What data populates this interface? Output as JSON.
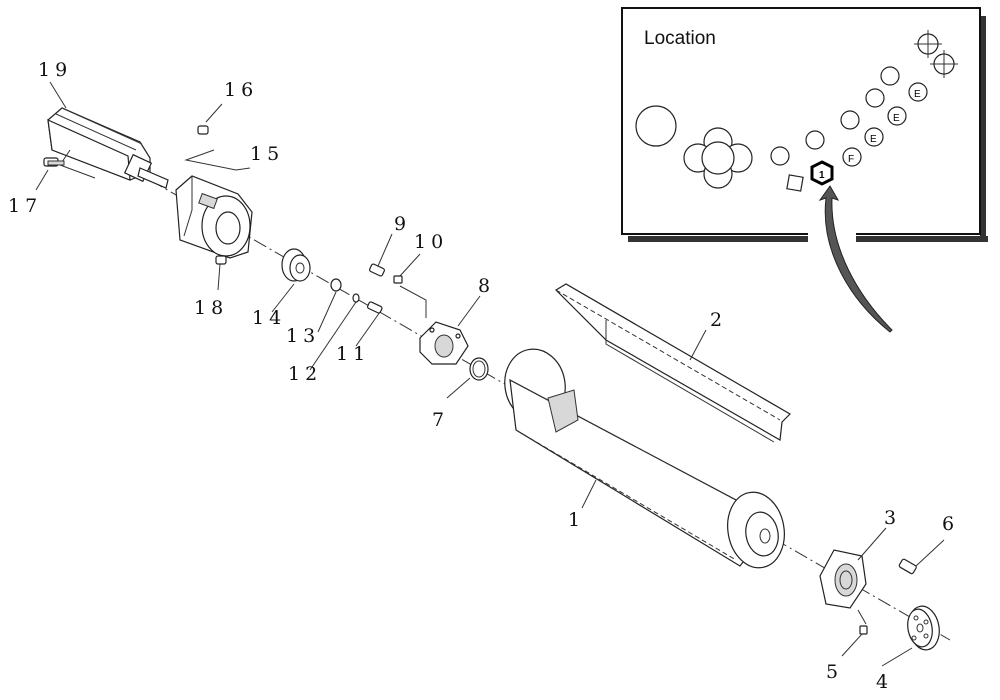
{
  "inset": {
    "title": "Location",
    "marker_numeral": "1",
    "marker_letters": [
      "E",
      "E",
      "E",
      "F"
    ]
  },
  "parts": [
    {
      "id": "p1",
      "label": "1"
    },
    {
      "id": "p2",
      "label": "2"
    },
    {
      "id": "p3",
      "label": "3"
    },
    {
      "id": "p4",
      "label": "4"
    },
    {
      "id": "p5",
      "label": "5"
    },
    {
      "id": "p6",
      "label": "6"
    },
    {
      "id": "p7",
      "label": "7"
    },
    {
      "id": "p8",
      "label": "8"
    },
    {
      "id": "p9",
      "label": "9"
    },
    {
      "id": "p10",
      "label": "10"
    },
    {
      "id": "p11",
      "label": "11"
    },
    {
      "id": "p12",
      "label": "12"
    },
    {
      "id": "p13",
      "label": "13"
    },
    {
      "id": "p14",
      "label": "14"
    },
    {
      "id": "p15",
      "label": "15"
    },
    {
      "id": "p16",
      "label": "16"
    },
    {
      "id": "p17",
      "label": "17"
    },
    {
      "id": "p18",
      "label": "18"
    },
    {
      "id": "p19",
      "label": "19"
    }
  ]
}
